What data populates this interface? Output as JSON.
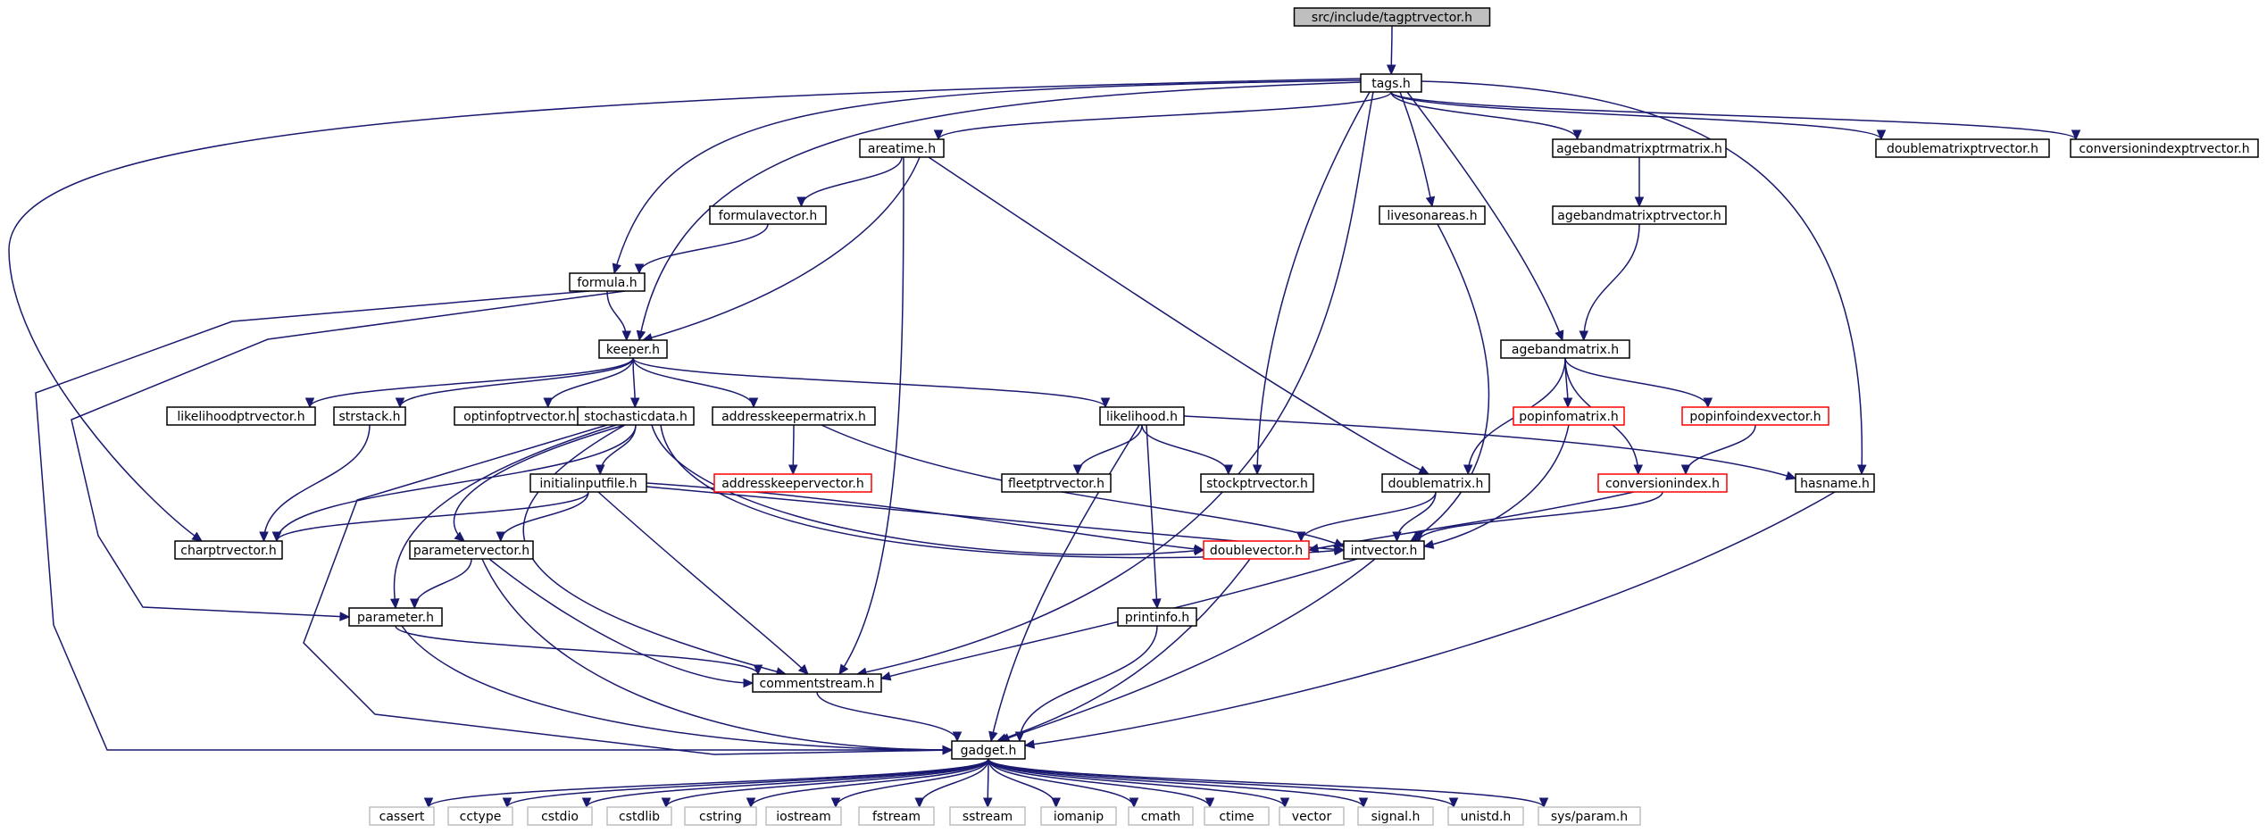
{
  "graph": {
    "colors": {
      "edge": "#191970",
      "root_fill": "#bfbfbf",
      "default_border": "#000000",
      "truncated_border": "#ff0000",
      "system_border": "#bfbfbf",
      "system_text": "#555555"
    },
    "nodes": [
      {
        "id": "tagptrvector",
        "label": "src/include/tagptrvector.h",
        "style": "root"
      },
      {
        "id": "tags",
        "label": "tags.h",
        "style": "default"
      },
      {
        "id": "areatime",
        "label": "areatime.h",
        "style": "default"
      },
      {
        "id": "agebandmatrixptrmatrix",
        "label": "agebandmatrixptrmatrix.h",
        "style": "default"
      },
      {
        "id": "doublematrixptrvector",
        "label": "doublematrixptrvector.h",
        "style": "default"
      },
      {
        "id": "conversionindexptrvector",
        "label": "conversionindexptrvector.h",
        "style": "default"
      },
      {
        "id": "formulavector",
        "label": "formulavector.h",
        "style": "default"
      },
      {
        "id": "livesonareas",
        "label": "livesonareas.h",
        "style": "default"
      },
      {
        "id": "agebandmatrixptrvector",
        "label": "agebandmatrixptrvector.h",
        "style": "default"
      },
      {
        "id": "formula",
        "label": "formula.h",
        "style": "default"
      },
      {
        "id": "keeper",
        "label": "keeper.h",
        "style": "default"
      },
      {
        "id": "agebandmatrix",
        "label": "agebandmatrix.h",
        "style": "default"
      },
      {
        "id": "likelihoodptrvector",
        "label": "likelihoodptrvector.h",
        "style": "default"
      },
      {
        "id": "strstack",
        "label": "strstack.h",
        "style": "default"
      },
      {
        "id": "optinfoptrvector",
        "label": "optinfoptrvector.h",
        "style": "default"
      },
      {
        "id": "stochasticdata",
        "label": "stochasticdata.h",
        "style": "default"
      },
      {
        "id": "addresskeepermatrix",
        "label": "addresskeepermatrix.h",
        "style": "default"
      },
      {
        "id": "likelihood",
        "label": "likelihood.h",
        "style": "default"
      },
      {
        "id": "popinfomatrix",
        "label": "popinfomatrix.h",
        "style": "truncated"
      },
      {
        "id": "popinfoindexvector",
        "label": "popinfoindexvector.h",
        "style": "truncated"
      },
      {
        "id": "addresskeepervector",
        "label": "addresskeepervector.h",
        "style": "truncated"
      },
      {
        "id": "fleetptrvector",
        "label": "fleetptrvector.h",
        "style": "default"
      },
      {
        "id": "stockptrvector",
        "label": "stockptrvector.h",
        "style": "default"
      },
      {
        "id": "initialinputfile",
        "label": "initialinputfile.h",
        "style": "default"
      },
      {
        "id": "doublematrix",
        "label": "doublematrix.h",
        "style": "default"
      },
      {
        "id": "conversionindex",
        "label": "conversionindex.h",
        "style": "truncated"
      },
      {
        "id": "hasname",
        "label": "hasname.h",
        "style": "default"
      },
      {
        "id": "charptrvector",
        "label": "charptrvector.h",
        "style": "default"
      },
      {
        "id": "parametervector",
        "label": "parametervector.h",
        "style": "default"
      },
      {
        "id": "doublevector",
        "label": "doublevector.h",
        "style": "truncated"
      },
      {
        "id": "intvector",
        "label": "intvector.h",
        "style": "default"
      },
      {
        "id": "parameter",
        "label": "parameter.h",
        "style": "default"
      },
      {
        "id": "printinfo",
        "label": "printinfo.h",
        "style": "default"
      },
      {
        "id": "commentstream",
        "label": "commentstream.h",
        "style": "default"
      },
      {
        "id": "gadget",
        "label": "gadget.h",
        "style": "default"
      },
      {
        "id": "cassert",
        "label": "cassert",
        "style": "system"
      },
      {
        "id": "cctype",
        "label": "cctype",
        "style": "system"
      },
      {
        "id": "cstdio",
        "label": "cstdio",
        "style": "system"
      },
      {
        "id": "cstdlib",
        "label": "cstdlib",
        "style": "system"
      },
      {
        "id": "cstring",
        "label": "cstring",
        "style": "system"
      },
      {
        "id": "iostream",
        "label": "iostream",
        "style": "system"
      },
      {
        "id": "fstream",
        "label": "fstream",
        "style": "system"
      },
      {
        "id": "sstream",
        "label": "sstream",
        "style": "system"
      },
      {
        "id": "iomanip",
        "label": "iomanip",
        "style": "system"
      },
      {
        "id": "cmath",
        "label": "cmath",
        "style": "system"
      },
      {
        "id": "ctime",
        "label": "ctime",
        "style": "system"
      },
      {
        "id": "vector",
        "label": "vector",
        "style": "system"
      },
      {
        "id": "signal",
        "label": "signal.h",
        "style": "system"
      },
      {
        "id": "unistd",
        "label": "unistd.h",
        "style": "system"
      },
      {
        "id": "sysparam",
        "label": "sys/param.h",
        "style": "system"
      }
    ],
    "edges": [
      [
        "tagptrvector",
        "tags"
      ],
      [
        "tags",
        "areatime"
      ],
      [
        "tags",
        "agebandmatrixptrmatrix"
      ],
      [
        "tags",
        "doublematrixptrvector"
      ],
      [
        "tags",
        "conversionindexptrvector"
      ],
      [
        "tags",
        "livesonareas"
      ],
      [
        "tags",
        "formula"
      ],
      [
        "tags",
        "keeper"
      ],
      [
        "tags",
        "agebandmatrix"
      ],
      [
        "tags",
        "charptrvector"
      ],
      [
        "tags",
        "stockptrvector"
      ],
      [
        "tags",
        "hasname"
      ],
      [
        "tags",
        "commentstream"
      ],
      [
        "areatime",
        "formulavector"
      ],
      [
        "areatime",
        "keeper"
      ],
      [
        "areatime",
        "doublematrix"
      ],
      [
        "areatime",
        "commentstream"
      ],
      [
        "formulavector",
        "formula"
      ],
      [
        "formula",
        "keeper"
      ],
      [
        "formula",
        "parameter"
      ],
      [
        "formula",
        "gadget"
      ],
      [
        "agebandmatrixptrmatrix",
        "agebandmatrixptrvector"
      ],
      [
        "agebandmatrixptrvector",
        "agebandmatrix"
      ],
      [
        "livesonareas",
        "intvector"
      ],
      [
        "keeper",
        "likelihoodptrvector"
      ],
      [
        "keeper",
        "strstack"
      ],
      [
        "keeper",
        "optinfoptrvector"
      ],
      [
        "keeper",
        "stochasticdata"
      ],
      [
        "keeper",
        "addresskeepermatrix"
      ],
      [
        "keeper",
        "likelihood"
      ],
      [
        "agebandmatrix",
        "popinfomatrix"
      ],
      [
        "agebandmatrix",
        "popinfoindexvector"
      ],
      [
        "agebandmatrix",
        "doublematrix"
      ],
      [
        "agebandmatrix",
        "conversionindex"
      ],
      [
        "strstack",
        "charptrvector"
      ],
      [
        "stochasticdata",
        "initialinputfile"
      ],
      [
        "stochasticdata",
        "charptrvector"
      ],
      [
        "stochasticdata",
        "parametervector"
      ],
      [
        "stochasticdata",
        "parameter"
      ],
      [
        "stochasticdata",
        "doublevector"
      ],
      [
        "stochasticdata",
        "intvector"
      ],
      [
        "stochasticdata",
        "commentstream"
      ],
      [
        "stochasticdata",
        "gadget"
      ],
      [
        "addresskeepermatrix",
        "addresskeepervector"
      ],
      [
        "addresskeepermatrix",
        "intvector"
      ],
      [
        "likelihood",
        "fleetptrvector"
      ],
      [
        "likelihood",
        "stockptrvector"
      ],
      [
        "likelihood",
        "hasname"
      ],
      [
        "likelihood",
        "printinfo"
      ],
      [
        "likelihood",
        "gadget"
      ],
      [
        "popinfomatrix",
        "intvector"
      ],
      [
        "popinfoindexvector",
        "conversionindex"
      ],
      [
        "conversionindex",
        "doublevector"
      ],
      [
        "conversionindex",
        "intvector"
      ],
      [
        "initialinputfile",
        "charptrvector"
      ],
      [
        "initialinputfile",
        "parametervector"
      ],
      [
        "initialinputfile",
        "doublevector"
      ],
      [
        "initialinputfile",
        "intvector"
      ],
      [
        "initialinputfile",
        "commentstream"
      ],
      [
        "doublematrix",
        "doublevector"
      ],
      [
        "doublematrix",
        "intvector"
      ],
      [
        "hasname",
        "gadget"
      ],
      [
        "parametervector",
        "parameter"
      ],
      [
        "parametervector",
        "commentstream"
      ],
      [
        "parametervector",
        "gadget"
      ],
      [
        "doublevector",
        "gadget"
      ],
      [
        "intvector",
        "commentstream"
      ],
      [
        "intvector",
        "gadget"
      ],
      [
        "parameter",
        "commentstream"
      ],
      [
        "parameter",
        "gadget"
      ],
      [
        "printinfo",
        "gadget"
      ],
      [
        "commentstream",
        "gadget"
      ],
      [
        "gadget",
        "cassert"
      ],
      [
        "gadget",
        "cctype"
      ],
      [
        "gadget",
        "cstdio"
      ],
      [
        "gadget",
        "cstdlib"
      ],
      [
        "gadget",
        "cstring"
      ],
      [
        "gadget",
        "iostream"
      ],
      [
        "gadget",
        "fstream"
      ],
      [
        "gadget",
        "sstream"
      ],
      [
        "gadget",
        "iomanip"
      ],
      [
        "gadget",
        "cmath"
      ],
      [
        "gadget",
        "ctime"
      ],
      [
        "gadget",
        "vector"
      ],
      [
        "gadget",
        "signal"
      ],
      [
        "gadget",
        "unistd"
      ],
      [
        "gadget",
        "sysparam"
      ]
    ]
  }
}
